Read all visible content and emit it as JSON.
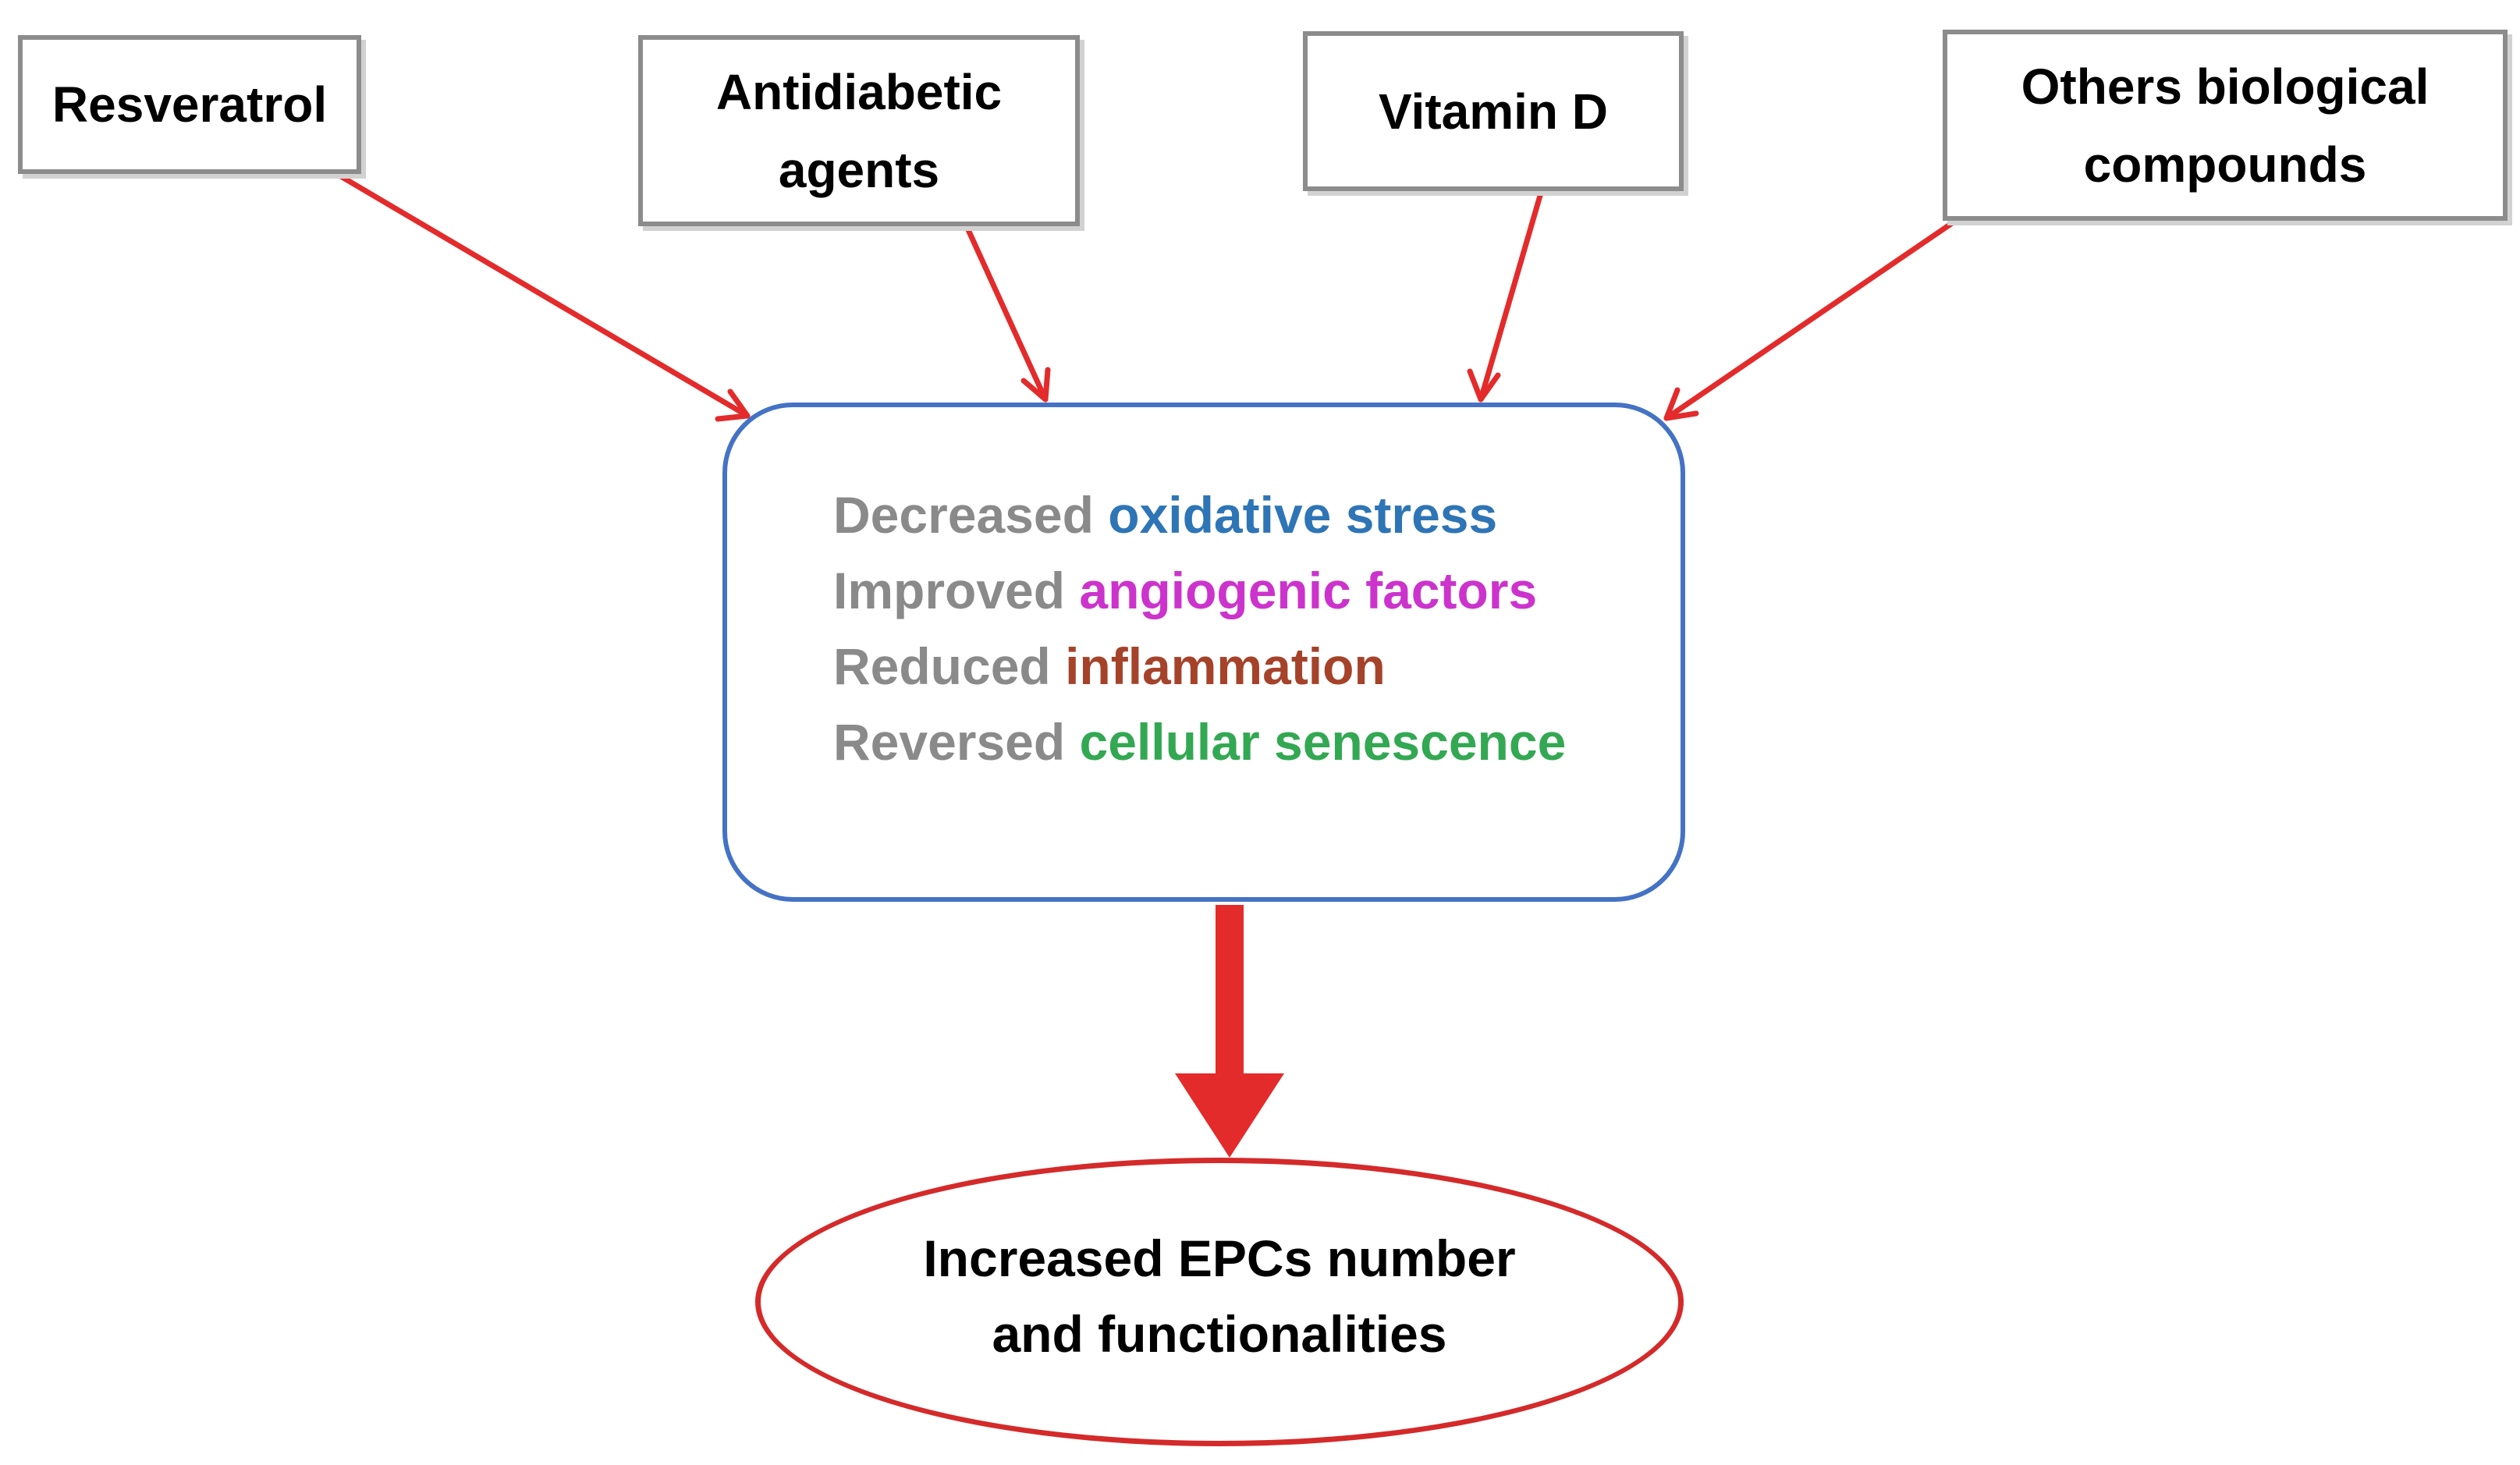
{
  "sources": [
    {
      "id": "resveratrol",
      "label": "Resveratrol"
    },
    {
      "id": "antidiabetic",
      "label": "Antidiabetic\nagents"
    },
    {
      "id": "vitamind",
      "label": "Vitamin D"
    },
    {
      "id": "others",
      "label": "Others biological\ncompounds"
    }
  ],
  "effects": [
    {
      "prefix": "Decreased ",
      "term": "oxidative stress"
    },
    {
      "prefix": "Improved ",
      "term": "angiogenic factors"
    },
    {
      "prefix": "Reduced ",
      "term": "inflammation"
    },
    {
      "prefix": "Reversed ",
      "term": "cellular senescence"
    }
  ],
  "outcome": {
    "label": "Increased EPCs number\nand functionalities"
  },
  "colors": {
    "source_border": "#8c8c8c",
    "effects_border": "#4472c4",
    "arrow": "#e32b2b",
    "outcome_border": "#d42a2a",
    "effect_prefix": "#8a8a8a",
    "effect_terms": [
      "#2e75b6",
      "#cc33cc",
      "#a5432a",
      "#33a852"
    ]
  }
}
